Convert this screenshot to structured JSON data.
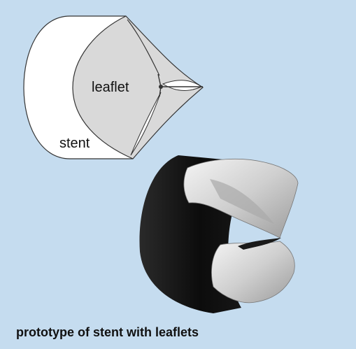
{
  "figure": {
    "labels": {
      "leaflet": "leaflet",
      "stent": "stent"
    },
    "caption": "prototype of stent with leaflets"
  },
  "colors": {
    "background": "#c5dcef",
    "stent_fill": "#ffffff",
    "leaflet_fill": "#d9d9d9",
    "outline": "#333333",
    "prototype_body": "#121212",
    "prototype_leaflet": "#d8d8d8"
  }
}
